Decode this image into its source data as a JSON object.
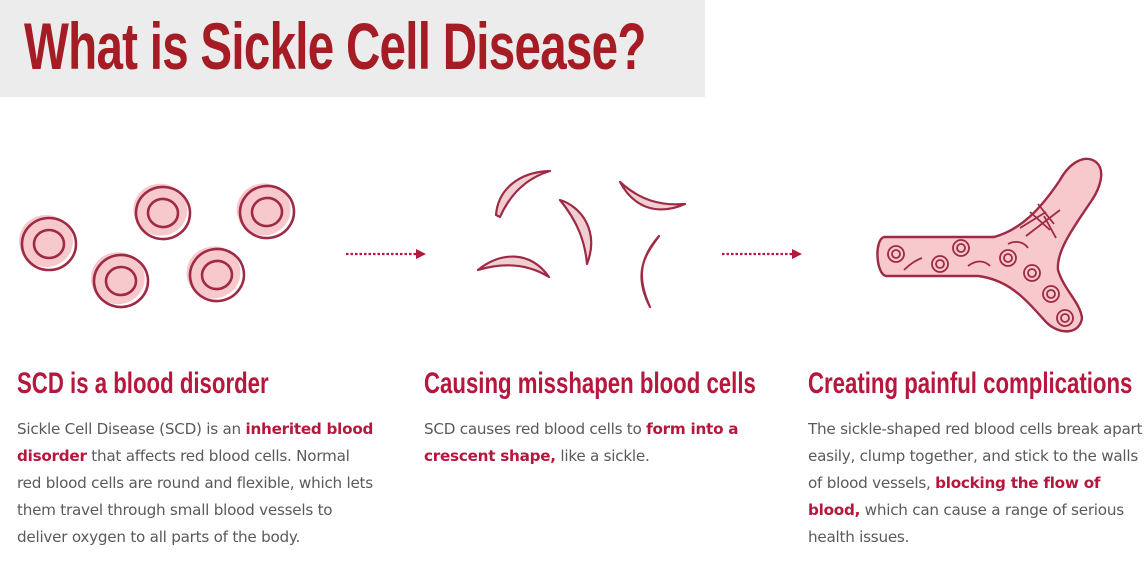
{
  "header": {
    "title": "What is Sickle Cell Disease?",
    "background_color": "#ececec",
    "title_color": "#a51c24"
  },
  "colors": {
    "heading": "#b5173d",
    "body_text": "#5a5a5a",
    "highlight": "#b5173d",
    "cell_stroke": "#9e2a45",
    "cell_fill": "#f7c9cc",
    "arrow": "#b5173d"
  },
  "illustrations": {
    "normal_cells": {
      "icon": "round-red-blood-cells-icon",
      "count": 5
    },
    "sickle_cells": {
      "icon": "crescent-sickle-cells-icon",
      "count": 5
    },
    "blocked_vessel": {
      "icon": "blood-vessel-blockage-icon"
    },
    "arrows": [
      {
        "icon": "dotted-arrow-right-icon"
      },
      {
        "icon": "dotted-arrow-right-icon"
      }
    ]
  },
  "sections": [
    {
      "heading": "SCD is a blood disorder",
      "body": [
        {
          "text": "Sickle Cell Disease (SCD) is an ",
          "bold": false
        },
        {
          "text": "inherited blood disorder",
          "bold": true
        },
        {
          "text": " that affects red blood cells. Normal red blood cells are round and flexible, which lets them travel through small blood vessels to deliver oxygen to all parts of the body.",
          "bold": false
        }
      ]
    },
    {
      "heading": "Causing misshapen blood cells",
      "body": [
        {
          "text": "SCD causes red blood cells to ",
          "bold": false
        },
        {
          "text": "form into a crescent shape,",
          "bold": true
        },
        {
          "text": " like a sickle.",
          "bold": false
        }
      ]
    },
    {
      "heading": "Creating painful complications",
      "body": [
        {
          "text": "The sickle-shaped red blood cells break apart easily, clump together, and stick to the walls of blood vessels, ",
          "bold": false
        },
        {
          "text": "blocking the flow of blood,",
          "bold": true
        },
        {
          "text": " which can cause a range of serious health issues.",
          "bold": false
        }
      ]
    }
  ]
}
